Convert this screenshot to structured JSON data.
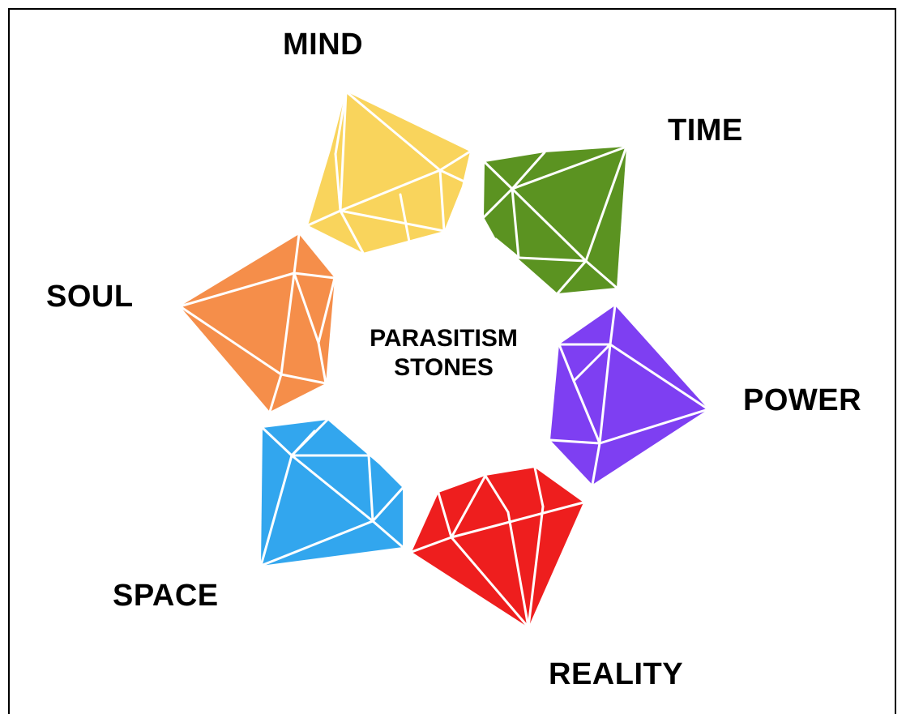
{
  "center": {
    "line1": "PARASITISM",
    "line2": "STONES"
  },
  "stones": [
    {
      "key": "mind",
      "label": "MIND",
      "color": "#F9D45C"
    },
    {
      "key": "time",
      "label": "TIME",
      "color": "#5B9321"
    },
    {
      "key": "power",
      "label": "POWER",
      "color": "#7E3FF2"
    },
    {
      "key": "reality",
      "label": "REALITY",
      "color": "#EE1E1E"
    },
    {
      "key": "space",
      "label": "SPACE",
      "color": "#32A6EE"
    },
    {
      "key": "soul",
      "label": "SOUL",
      "color": "#F58E4A"
    }
  ]
}
